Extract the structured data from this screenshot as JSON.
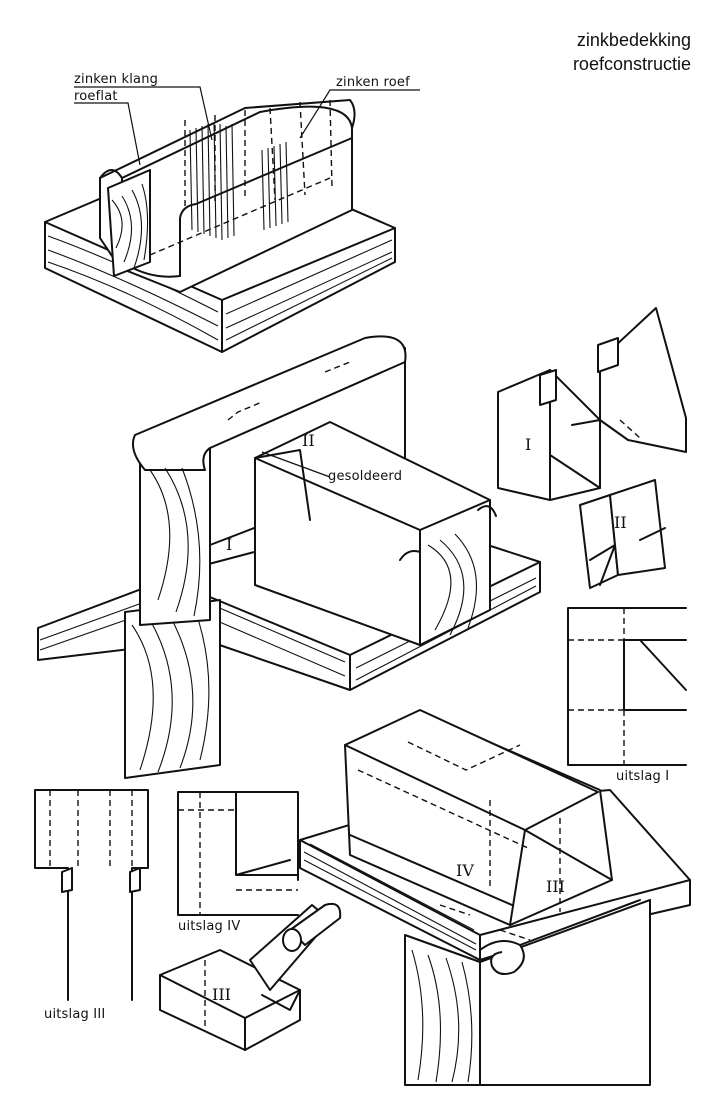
{
  "header": {
    "title_line1": "zinkbedekking",
    "title_line2": "roefconstructie"
  },
  "labels": {
    "zinken_klang": "zinken klang",
    "roeflat": "roeflat",
    "zinken_roef": "zinken roef",
    "gesoldeerd": "gesoldeerd",
    "part_I": "I",
    "part_II": "II",
    "part_III": "III",
    "part_IV": "IV",
    "uitslag_I": "uitslag I",
    "uitslag_III": "uitslag III",
    "uitslag_IV": "uitslag IV"
  }
}
